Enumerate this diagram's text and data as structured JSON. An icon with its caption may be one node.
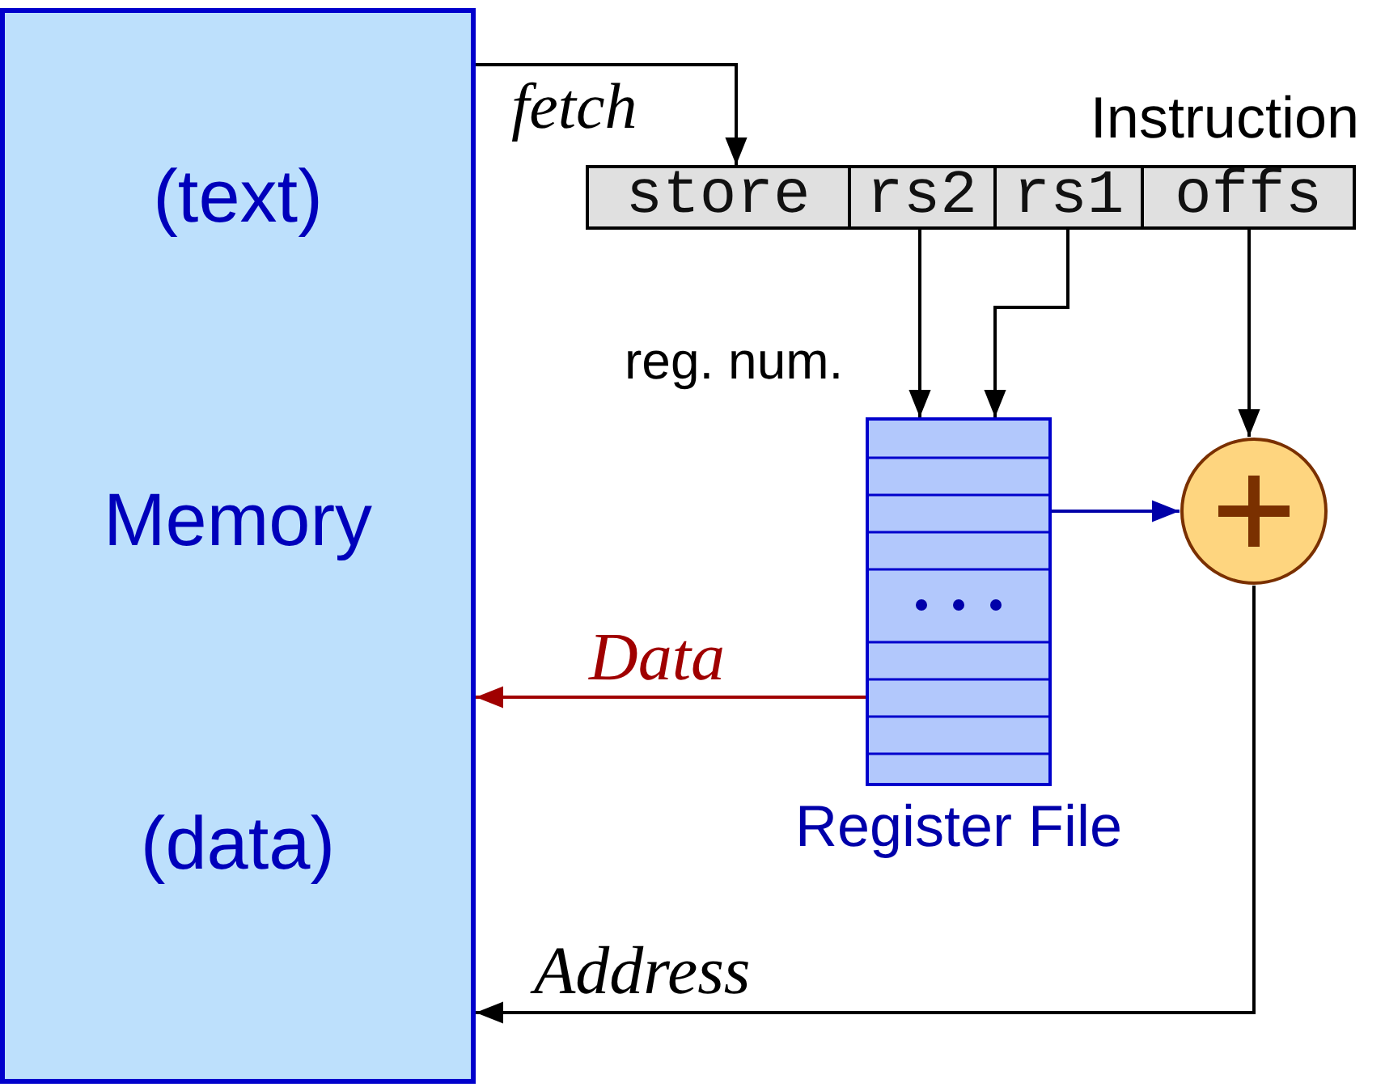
{
  "diagram": {
    "nodes": [
      {
        "text": [
          "(text)",
          "Memory",
          "(data)"
        ]
      },
      {
        "text": [
          "Instruction"
        ]
      },
      {
        "text": [
          "store"
        ],
        "in": 1
      },
      {
        "text": [
          "rs2"
        ],
        "in": 1
      },
      {
        "text": [
          "rs1"
        ],
        "in": 1
      },
      {
        "text": [
          "offs"
        ],
        "in": 1
      },
      {
        "text": [
          "Register File"
        ]
      },
      {
        "text": [],
        "shape": "circle"
      }
    ],
    "edges": [
      {
        "from": 0,
        "to": 1,
        "arrow": "to",
        "label": "fetch"
      },
      {
        "from": 3,
        "to": 6,
        "arrow": "to",
        "label": "reg. num."
      },
      {
        "from": 4,
        "to": 6,
        "arrow": "to"
      },
      {
        "from": 5,
        "to": 7,
        "arrow": "to"
      },
      {
        "from": 6,
        "to": 7,
        "arrow": "to",
        "color": "#0000a8"
      },
      {
        "from": 6,
        "to": 0,
        "arrow": "to",
        "label": "Data",
        "color": "#a00000"
      },
      {
        "from": 7,
        "to": 0,
        "arrow": "to",
        "label": "Address"
      }
    ]
  }
}
